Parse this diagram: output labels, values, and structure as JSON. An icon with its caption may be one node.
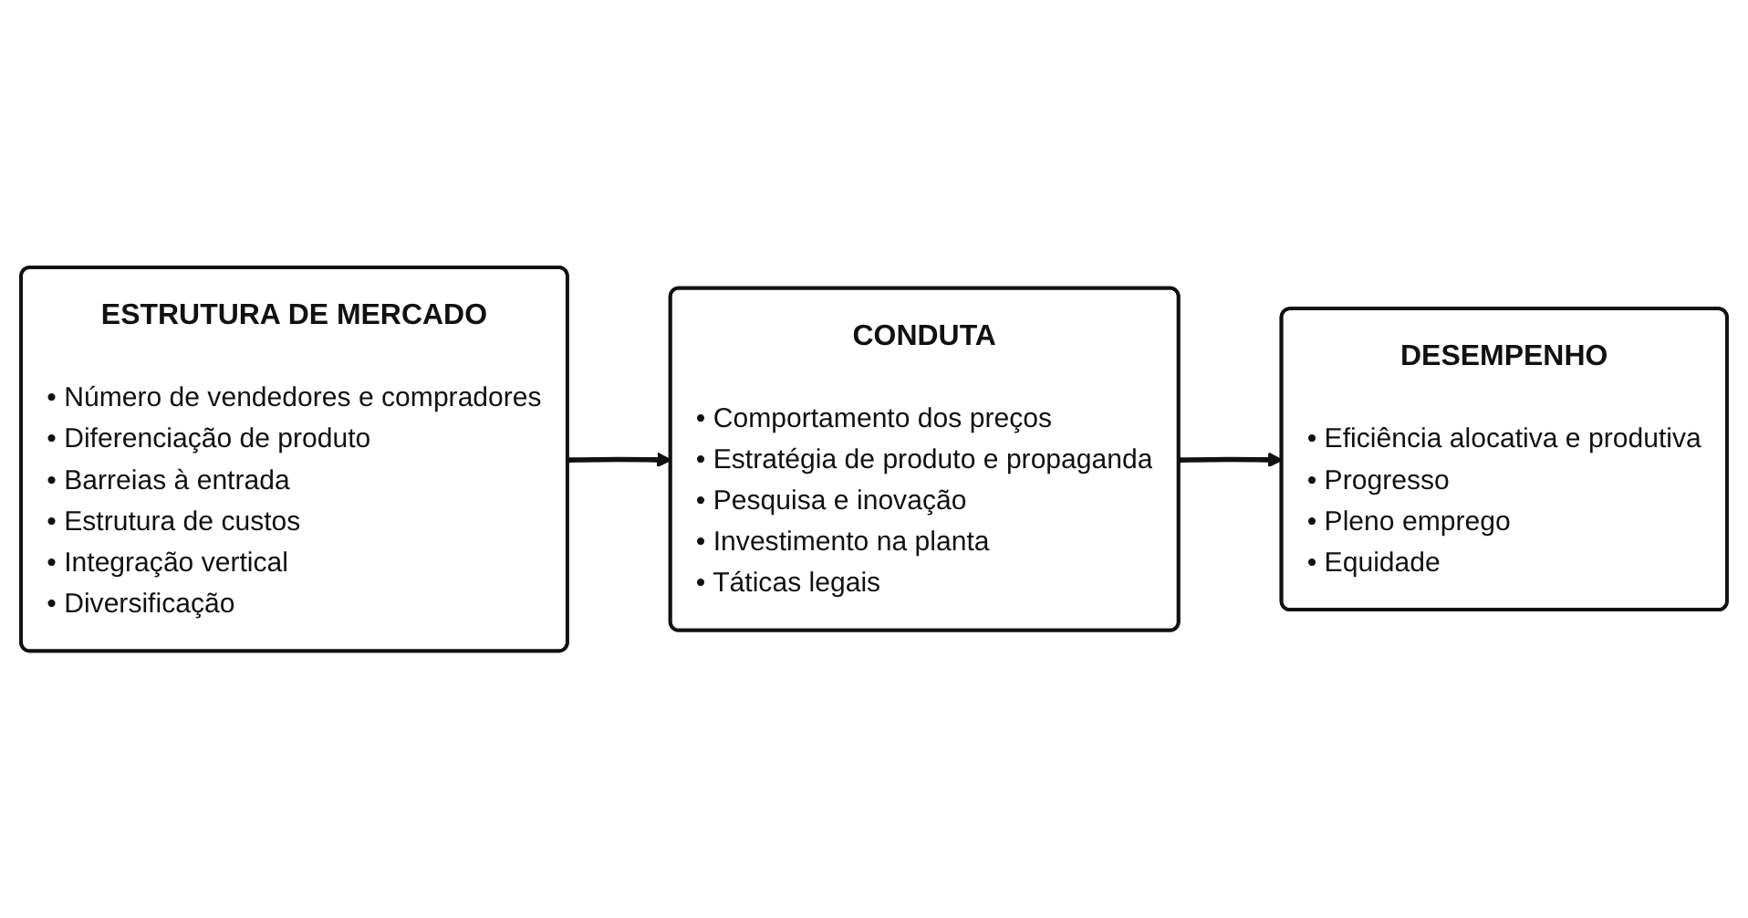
{
  "diagram": {
    "nodes": [
      {
        "text": [
          "ESTRUTURA DE MERCADO",
          "• Número de vendedores e compradores",
          "• Diferenciação de produto",
          "• Barreias à entrada",
          "• Estrutura de custos",
          "• Integração vertical",
          "• Diversificação"
        ]
      },
      {
        "text": [
          "CONDUTA",
          "• Comportamento dos preços",
          "• Estratégia de produto e propaganda",
          "• Pesquisa e inovação",
          "• Investimento na planta",
          "• Táticas legais"
        ]
      },
      {
        "text": [
          "DESEMPENHO",
          "• Eficiência alocativa e produtiva",
          "• Progresso",
          "• Pleno emprego",
          "• Equidade"
        ]
      }
    ],
    "edges": [
      {
        "from": 0,
        "to": 1,
        "arrow": "to"
      },
      {
        "from": 1,
        "to": 2,
        "arrow": "to"
      }
    ]
  }
}
